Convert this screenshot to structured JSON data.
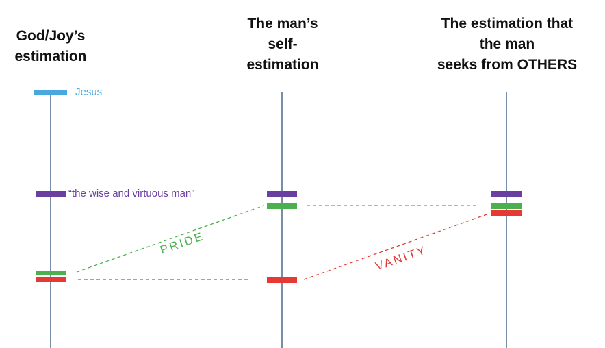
{
  "headings": {
    "left": "God/Joy’s\nestimation",
    "middle": "The man’s\nself-\nestimation",
    "right": "The estimation that\nthe man\nseeks from OTHERS"
  },
  "labels": {
    "jesus": "Jesus",
    "wise_man": "“the wise and virtuous man”",
    "pride": "PRIDE",
    "vanity": "VANITY"
  },
  "colors": {
    "axis": "#4a6a8a",
    "jesus": "#4aa8e0",
    "wise": "#6a3fa0",
    "pride": "#4caf50",
    "vanity": "#e53935"
  }
}
